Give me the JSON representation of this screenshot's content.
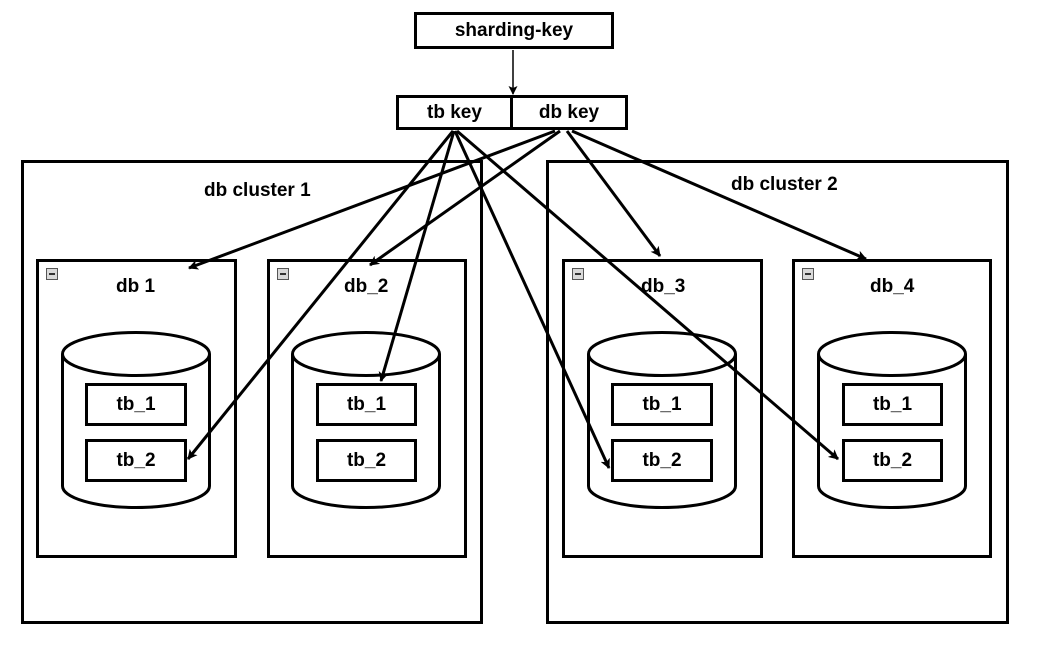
{
  "sharding_key": "sharding-key",
  "tb_key": "tb key",
  "db_key": "db key",
  "clusters": [
    {
      "label": "db cluster 1"
    },
    {
      "label": "db cluster 2"
    }
  ],
  "dbs": [
    {
      "label": "db 1",
      "tables": [
        "tb_1",
        "tb_2"
      ]
    },
    {
      "label": "db_2",
      "tables": [
        "tb_1",
        "tb_2"
      ]
    },
    {
      "label": "db_3",
      "tables": [
        "tb_1",
        "tb_2"
      ]
    },
    {
      "label": "db_4",
      "tables": [
        "tb_1",
        "tb_2"
      ]
    }
  ],
  "colors": {
    "stroke": "#000000",
    "background": "#ffffff",
    "collapse_icon": "#d9d9d9"
  },
  "edges": [
    {
      "from": "sharding_key",
      "to": "tb_key/db_key junction"
    },
    {
      "from": "db_key",
      "to": "db 1"
    },
    {
      "from": "db_key",
      "to": "db_2"
    },
    {
      "from": "db_key",
      "to": "db_3"
    },
    {
      "from": "db_key",
      "to": "db_4"
    },
    {
      "from": "tb_key",
      "to": "db 1 tb_2"
    },
    {
      "from": "tb_key",
      "to": "db_2 tb_1"
    },
    {
      "from": "tb_key",
      "to": "db_3 tb_2"
    },
    {
      "from": "tb_key",
      "to": "db_4 tb_2"
    }
  ]
}
